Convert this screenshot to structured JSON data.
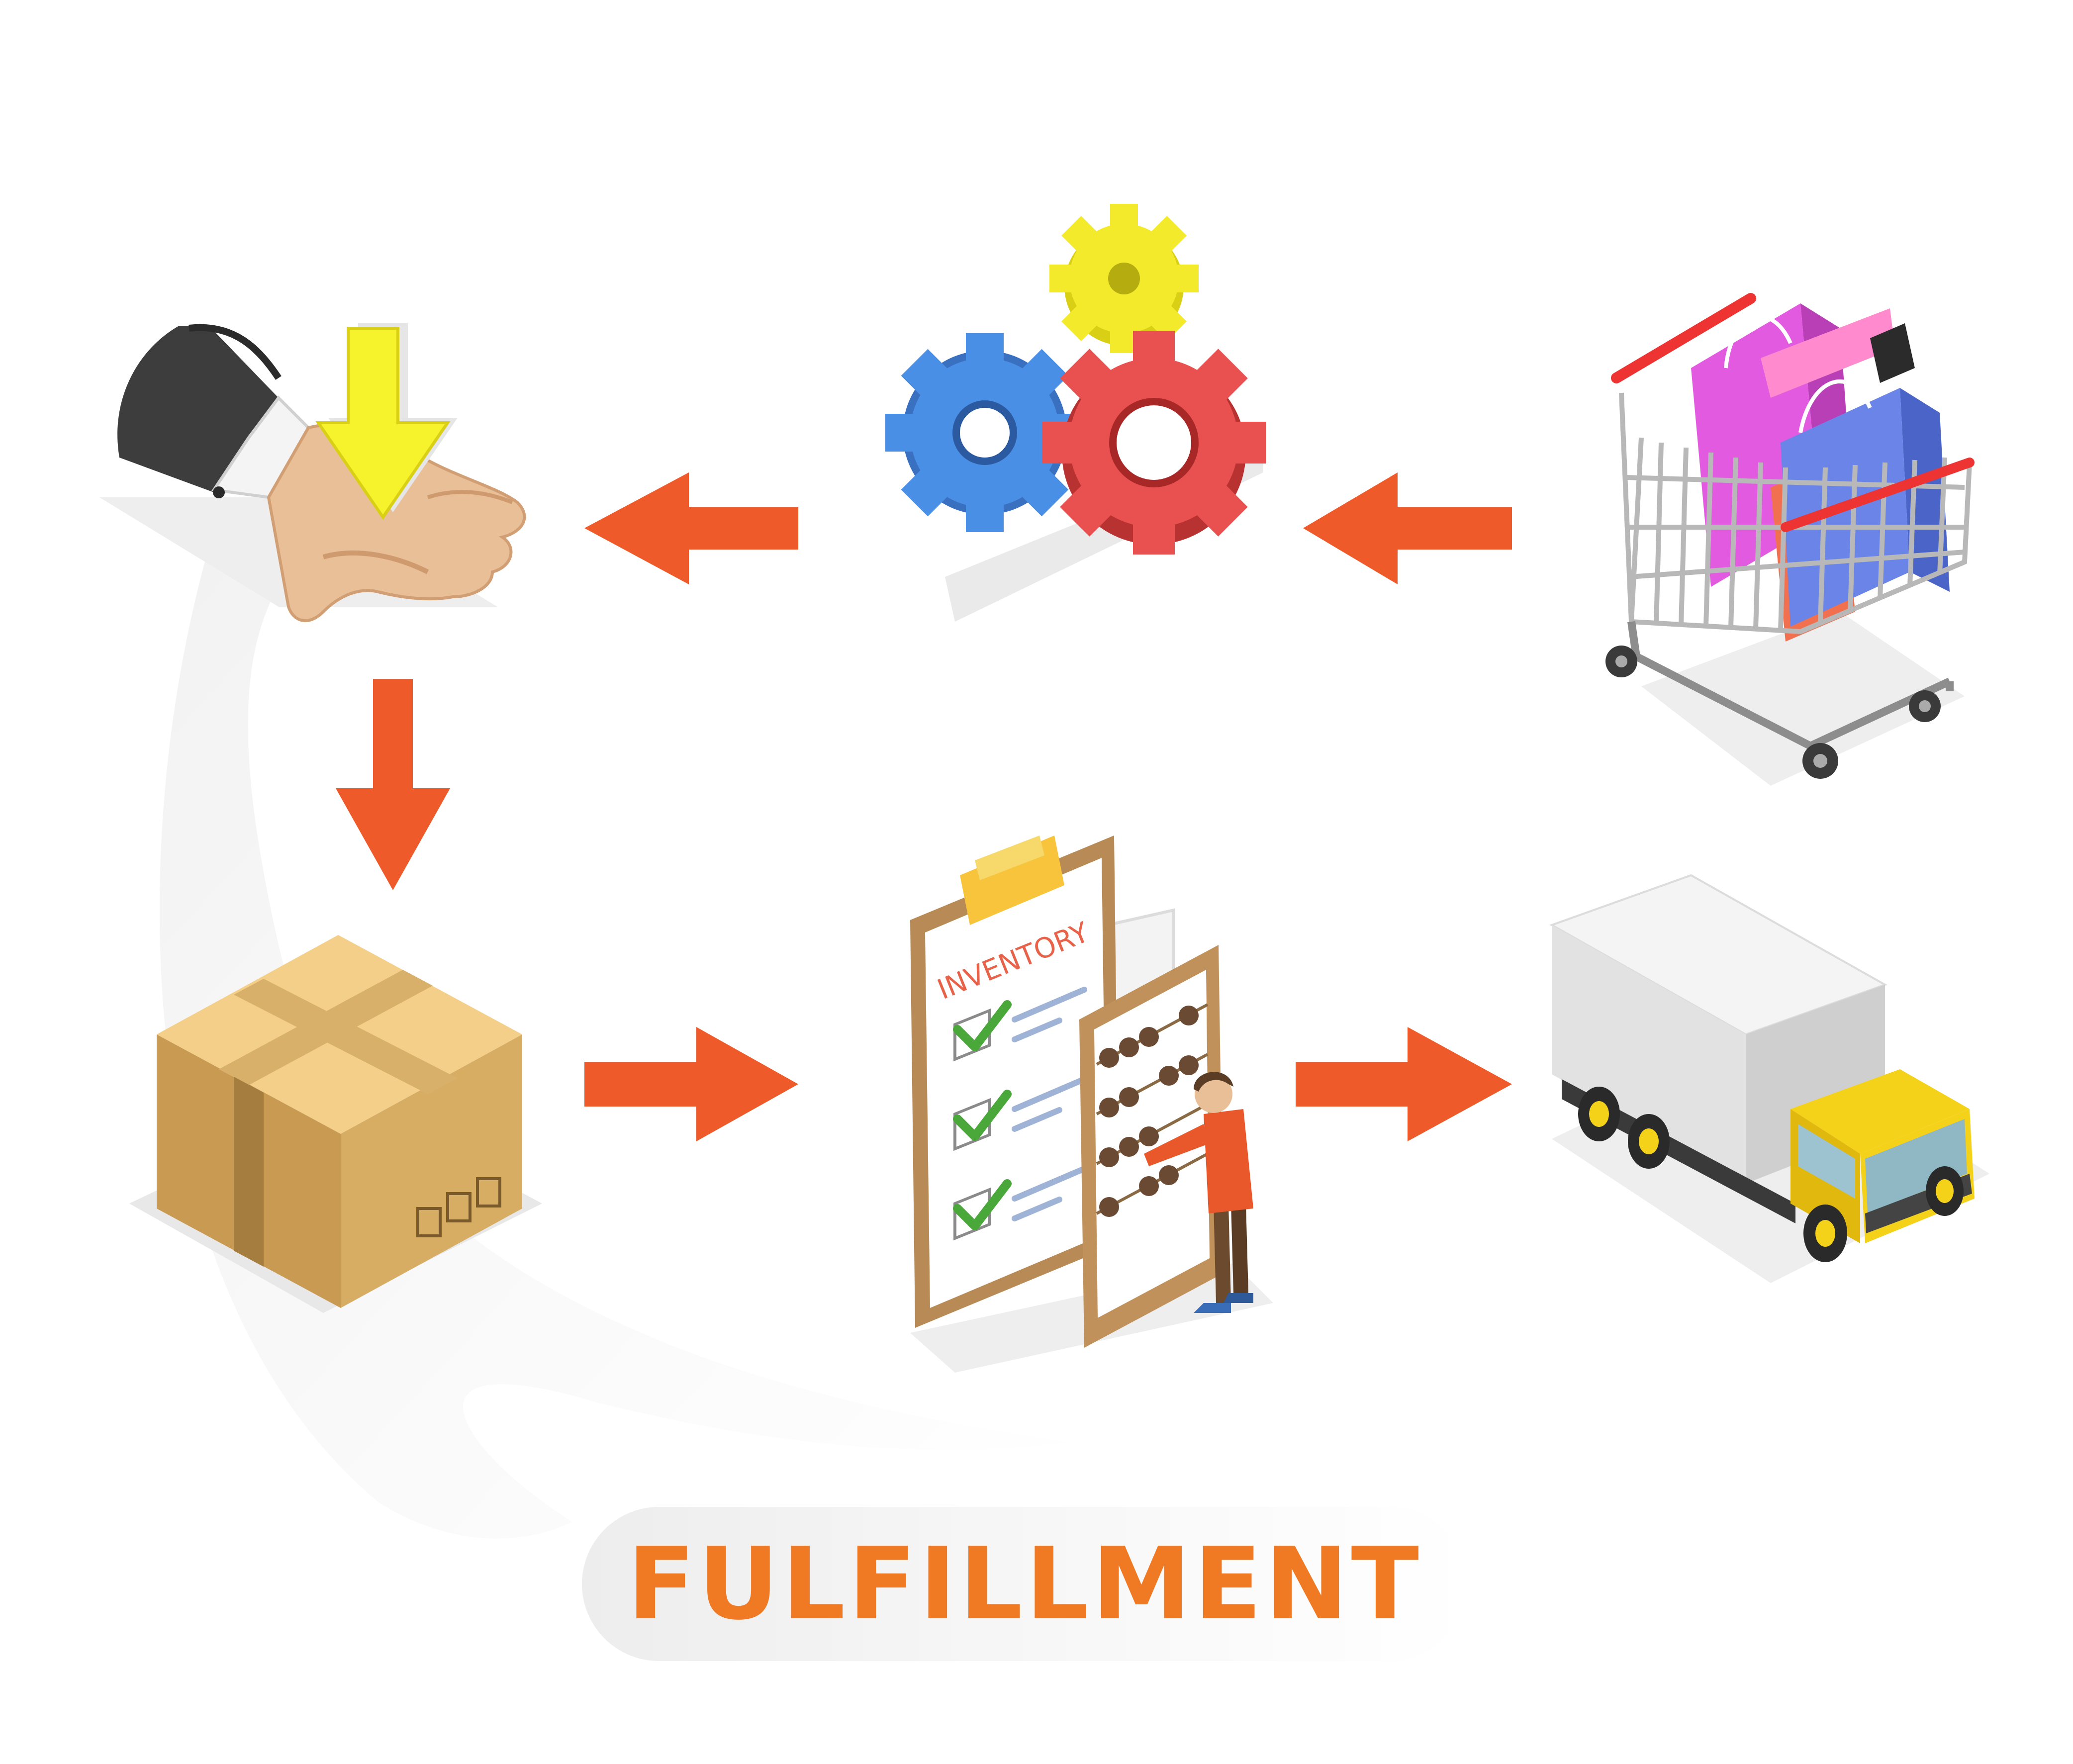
{
  "title": "FULFILLMENT",
  "steps": [
    {
      "id": "order",
      "icon": "shopping-cart-icon"
    },
    {
      "id": "processing",
      "icon": "gears-icon"
    },
    {
      "id": "receiving",
      "icon": "hand-receiving-icon"
    },
    {
      "id": "packing",
      "icon": "cardboard-box-icon"
    },
    {
      "id": "inventory",
      "icon": "inventory-clipboard-icon",
      "label": "INVENTORY"
    },
    {
      "id": "shipping",
      "icon": "delivery-truck-icon"
    }
  ],
  "colors": {
    "arrow": "#ee5a2a",
    "title": "#f07a24",
    "box": "#d4a45c",
    "gear_blue": "#4a8fe6",
    "gear_red": "#e95050",
    "gear_yellow": "#f2ea2a",
    "truck_cab": "#f5d21a"
  }
}
